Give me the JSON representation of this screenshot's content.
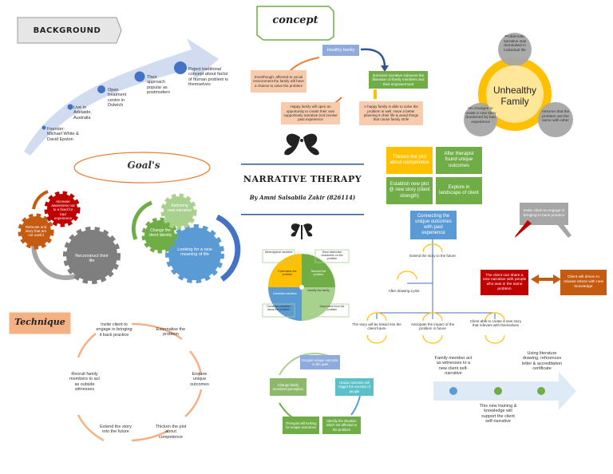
{
  "background": {
    "title": "BACKGROUND",
    "steps": [
      "Founder: Michael White & David Epston",
      "Live in Adelaide, Australia",
      "Open treatment centre in Dulwich",
      "Their approach popular as postmodern",
      "Reject traditional concept about factor of human problem is themselves"
    ]
  },
  "goals": {
    "title": "Goal's",
    "gear_left": [
      "Increase awareness not to a fixed for bad experience",
      "Relocate and story that are not useful",
      "Reconstruct their life"
    ],
    "gear_right": [
      "Authoring new narrative",
      "Change the client identity",
      "Looking for a new meaning of life"
    ]
  },
  "technique": {
    "title": "Technique",
    "cycle": [
      "Invite client to engage in bringing it back practice",
      "Externalise the problem",
      "Enquire unique outcomes",
      "Thicken the plot about competence",
      "Extend the story into the future",
      "Recruit family members to act as outside witnesses"
    ]
  },
  "concept": {
    "title": "concept",
    "healthy": "Healthy family",
    "dominant": "dominant narrative subsume the liberation of family members and their empowerment",
    "unhealthy_note": "Eventhough, affected to social environment the family will have a chance to solve the problem",
    "happy_story": "Happy family will open an opportunity to create their own supportively narrative (not involve past experience",
    "happy_able": "A happy family is able to solve the problem in well. Have a better planning in their life & avoid things that cause family strife"
  },
  "narrative": {
    "title": "NARRATIVE THERAPY",
    "author": "By Amni Salsabila Zakir (826114)"
  },
  "quad": {
    "labels": [
      "Stereotypical narrative",
      "Have distinctive characters on the problem",
      "Resolve the problem",
      "Dominant narrative about the problem",
      "Dependent from the problem",
      "Dominant narrative"
    ],
    "center": [
      "Externalise the problem",
      "Identify the family"
    ]
  },
  "unique": {
    "boxes": [
      "Thicken the plot about competence",
      "After therapist found unique outcomes",
      "Establish new plot @ new story (client strength)",
      "Explore in landscape of client"
    ],
    "center": "Connecting the unique outcomes with past experience",
    "extend": "Extend the story to the future",
    "after_plot": "After drawing a plot",
    "outcomes": [
      "The story will be linked into the client future",
      "Anticipate the impact of the problem in future",
      "Client able to create a new story that relevant with themselves"
    ]
  },
  "unhealthy": {
    "title": "Unhealthy Family",
    "notes": [
      "Problematic narrative was dominated in individual life",
      "No changes to create a new story (burdened by bad experience",
      "Assume that the problem are the same with other"
    ]
  },
  "invite": {
    "top": "Invite client to engage in bringing in back practice",
    "left": "The client can share a new narrative with people who was in the same problem",
    "right": "Client will driven to release stress with new knowledge"
  },
  "small_cycle": [
    "Enquire unique outcome to the past",
    "Unique outcome will trigger the success of people",
    "Identify the situation which not affected to the problem",
    "Therapist will looking for unique outcomes",
    "Change family members perception"
  ],
  "bottom_arrow": {
    "a": "Family member act as witnesses to a new client self-narrative",
    "b": "This new training & knowledge will support the client self-narrative",
    "c": "Using literature drawing, references letter & accreditation certificate"
  },
  "colors": {
    "blue": "#4472c4",
    "orange": "#f4b183",
    "gold": "#ffc000",
    "green": "#70ad47",
    "grey": "#7f7f7f",
    "rust": "#c55a11"
  }
}
